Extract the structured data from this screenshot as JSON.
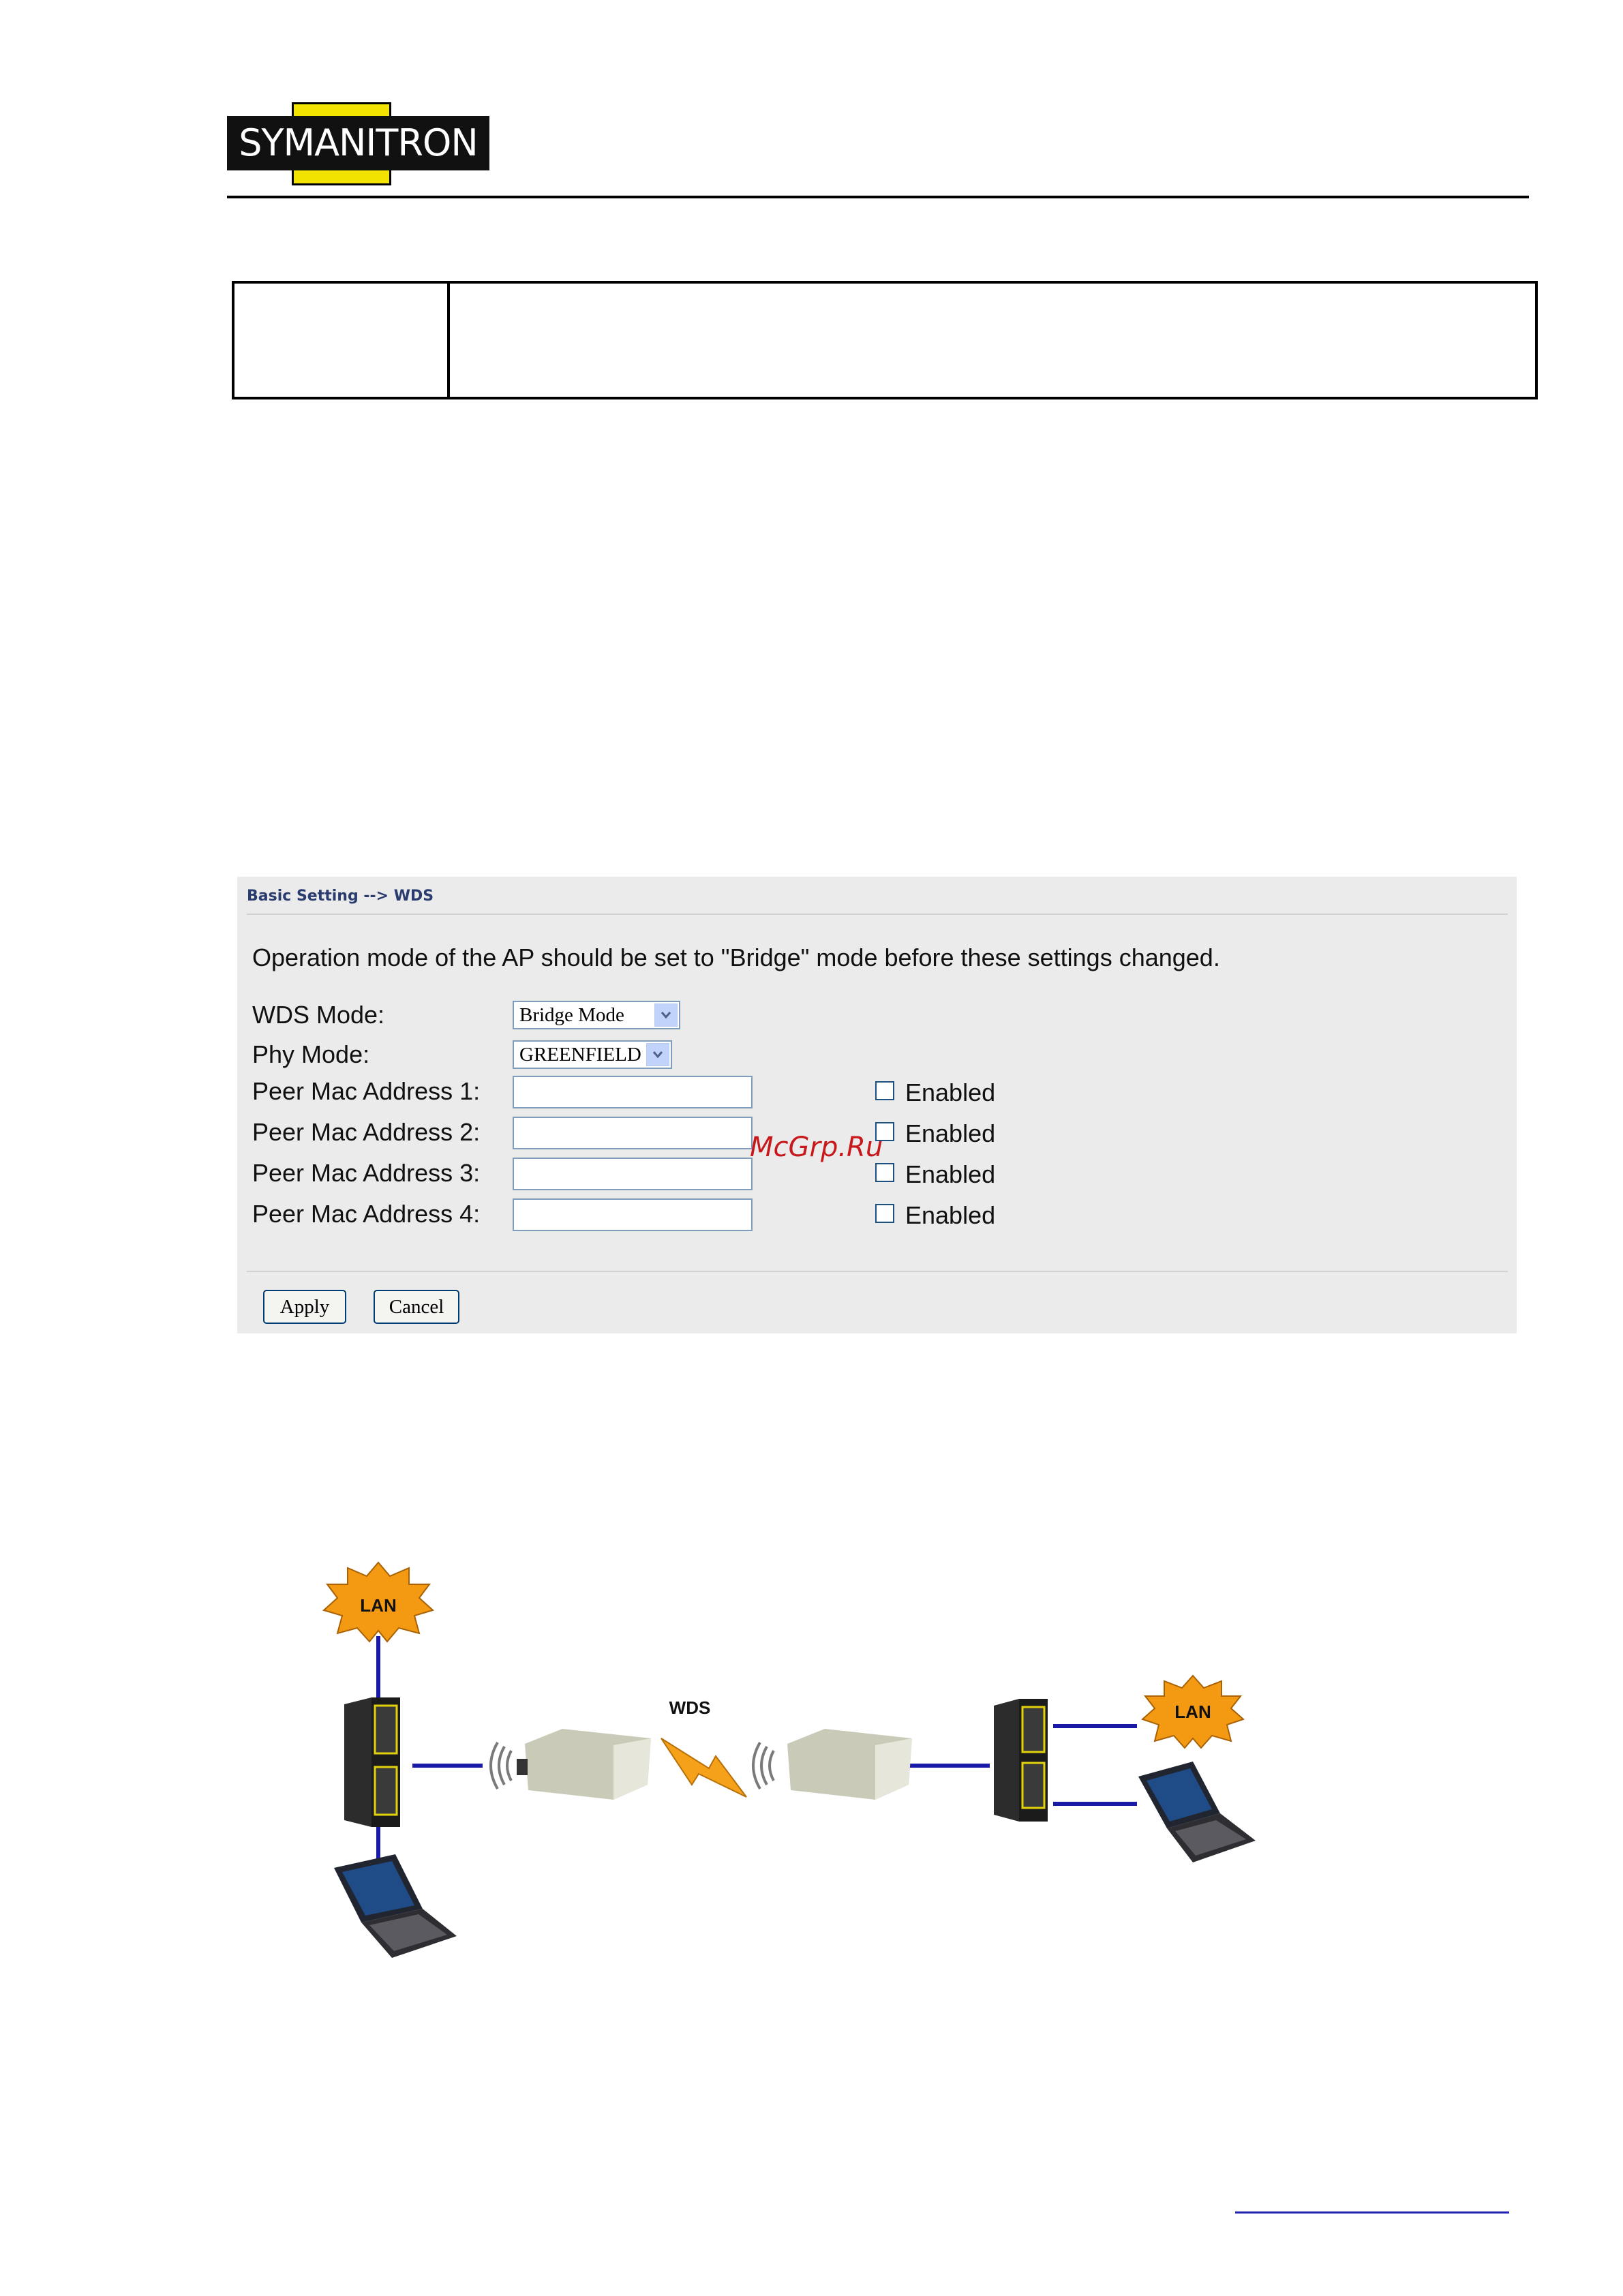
{
  "header": {
    "logo_text": "SYMANITRON"
  },
  "wds_panel": {
    "breadcrumb": "Basic Setting --> WDS",
    "notice": "Operation mode of the AP should be set to \"Bridge\" mode before these settings changed.",
    "wds_mode": {
      "label": "WDS Mode:",
      "value": "Bridge Mode"
    },
    "phy_mode": {
      "label": "Phy Mode:",
      "value": "GREENFIELD"
    },
    "peers": [
      {
        "label": "Peer Mac Address 1:",
        "value": "",
        "enabled_label": "Enabled",
        "enabled": false
      },
      {
        "label": "Peer Mac Address 2:",
        "value": "",
        "enabled_label": "Enabled",
        "enabled": false
      },
      {
        "label": "Peer Mac Address 3:",
        "value": "",
        "enabled_label": "Enabled",
        "enabled": false
      },
      {
        "label": "Peer Mac Address 4:",
        "value": "",
        "enabled_label": "Enabled",
        "enabled": false
      }
    ],
    "apply_label": "Apply",
    "cancel_label": "Cancel"
  },
  "watermark": "McGrp.Ru",
  "diagram": {
    "left_cloud": "LAN",
    "right_cloud": "LAN",
    "link_label": "WDS"
  },
  "colors": {
    "link_line": "#1a1aa8",
    "cloud_fill": "#f39a12",
    "lightning": "#f5a21a",
    "panel_bg": "#ebebeb",
    "breadcrumb": "#2a3c6e",
    "watermark": "#c8181c"
  }
}
